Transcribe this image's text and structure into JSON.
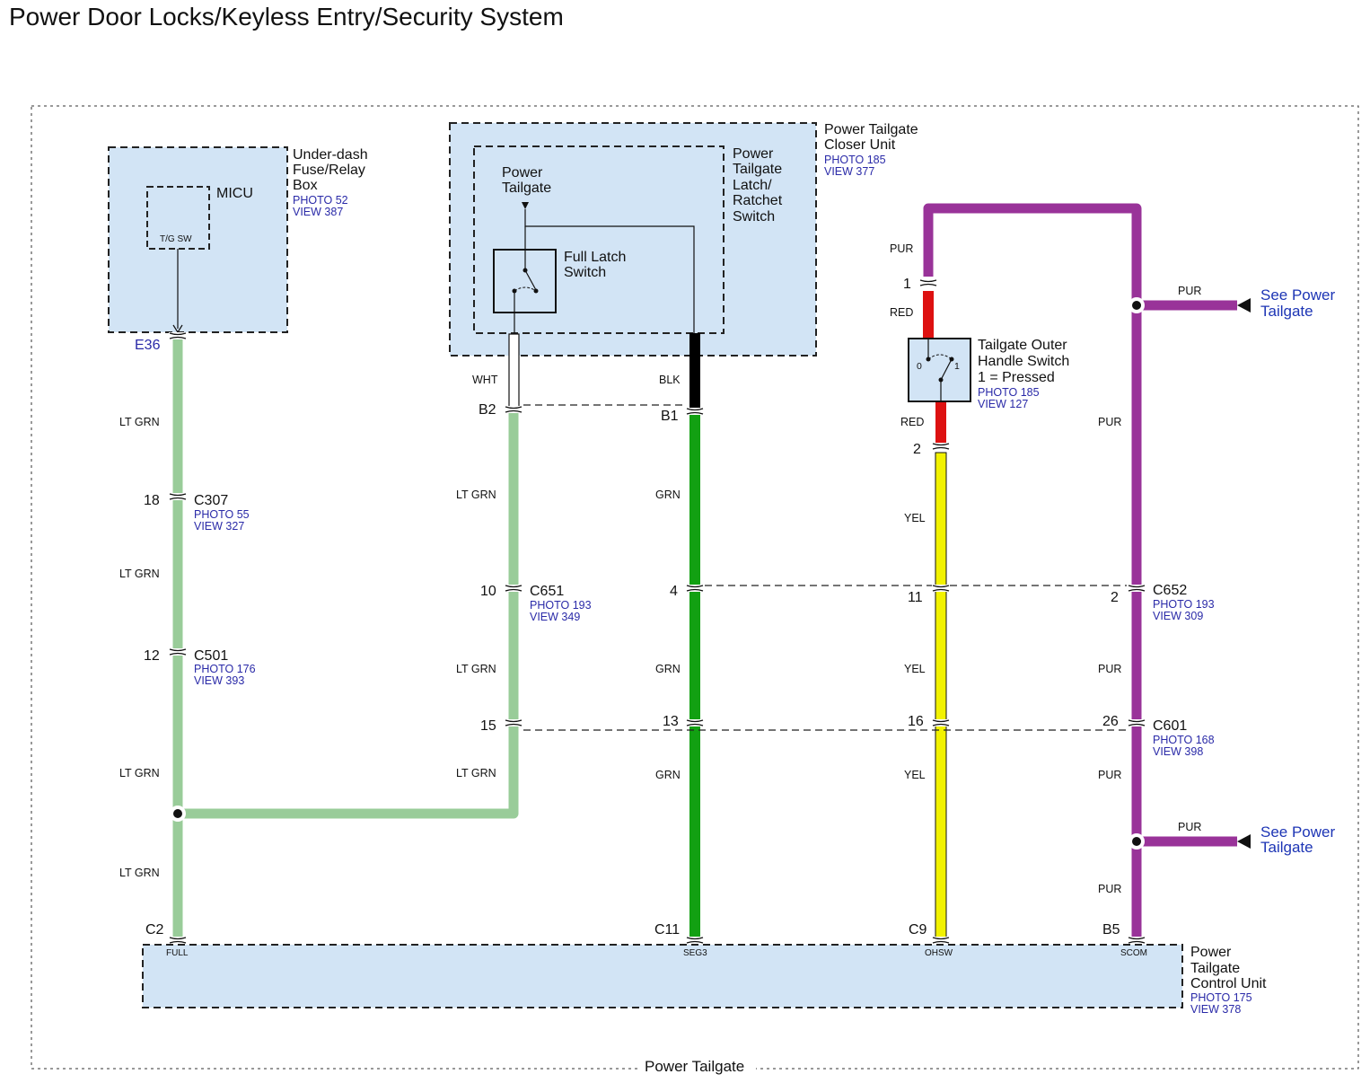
{
  "title": "Power Door Locks/Keyless Entry/Security System",
  "section_label": "Power Tailgate",
  "colors": {
    "component_fill": "#d2e4f5",
    "lt_grn": "#99cc99",
    "grn": "#12a012",
    "blk": "#000000",
    "wht": "#ffffff",
    "pur": "#993399",
    "red": "#dd1111",
    "yel": "#f2f200",
    "ref_text": "#2a2aa8",
    "link_text": "#1d35b5"
  },
  "components": {
    "under_dash": {
      "name_lines": [
        "Under-dash",
        "Fuse/Relay",
        "Box"
      ],
      "photo": "PHOTO 52",
      "view": "VIEW 387",
      "micu_label": "MICU",
      "micu_pin": "T/G SW"
    },
    "closer_unit": {
      "name_lines": [
        "Power Tailgate",
        "Closer Unit"
      ],
      "photo": "PHOTO 185",
      "view": "VIEW 377",
      "latch_lines": [
        "Power",
        "Tailgate",
        "Latch/",
        "Ratchet",
        "Switch"
      ],
      "power_tailgate_lines": [
        "Power",
        "Tailgate"
      ],
      "full_latch_lines": [
        "Full Latch",
        "Switch"
      ]
    },
    "handle_switch": {
      "name_lines": [
        "Tailgate Outer",
        "Handle Switch",
        "1 = Pressed"
      ],
      "photo": "PHOTO 185",
      "view": "VIEW 127",
      "pos0": "0",
      "pos1": "1"
    },
    "control_unit": {
      "name_lines": [
        "Power",
        "Tailgate",
        "Control Unit"
      ],
      "photo": "PHOTO 175",
      "view": "VIEW 378",
      "pins": [
        "FULL",
        "SEG3",
        "OHSW",
        "SCOM"
      ]
    }
  },
  "connectors": {
    "e36": "E36",
    "b2": "B2",
    "b1": "B1",
    "c2": "C2",
    "c11": "C11",
    "c9": "C9",
    "b5": "B5",
    "c307": {
      "name": "C307",
      "pin": "18",
      "photo": "PHOTO 55",
      "view": "VIEW 327"
    },
    "c501": {
      "name": "C501",
      "pin": "12",
      "photo": "PHOTO 176",
      "view": "VIEW 393"
    },
    "c651": {
      "name": "C651",
      "pins": [
        "10",
        "4"
      ],
      "photo": "PHOTO 193",
      "view": "VIEW 349"
    },
    "c652": {
      "name": "C652",
      "pins": [
        "11",
        "2"
      ],
      "photo": "PHOTO 193",
      "view": "VIEW 309"
    },
    "c601": {
      "name": "C601",
      "pins": [
        "15",
        "13",
        "16",
        "26"
      ],
      "photo": "PHOTO 168",
      "view": "VIEW 398"
    },
    "handle_pins": [
      "1",
      "2"
    ]
  },
  "wire_labels": {
    "lt_grn": "LT GRN",
    "grn": "GRN",
    "wht": "WHT",
    "blk": "BLK",
    "pur": "PUR",
    "red": "RED",
    "yel": "YEL"
  },
  "links": {
    "see_power_tailgate": [
      "See Power",
      "Tailgate"
    ]
  }
}
